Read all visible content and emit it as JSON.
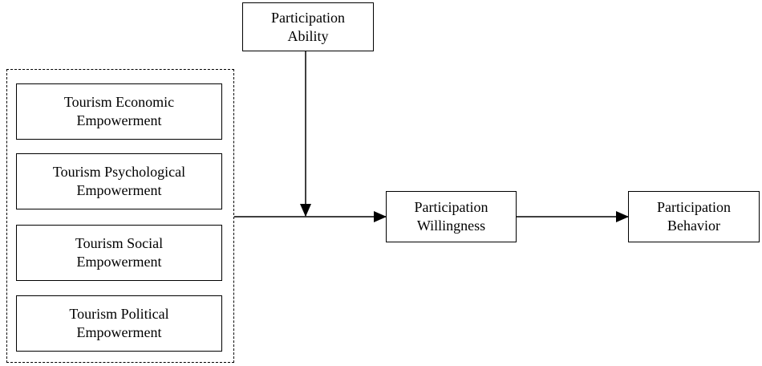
{
  "nodes": {
    "ability": {
      "line1": "Participation",
      "line2": "Ability"
    },
    "economic": {
      "line1": "Tourism Economic",
      "line2": "Empowerment"
    },
    "psychological": {
      "line1": "Tourism Psychological",
      "line2": "Empowerment"
    },
    "social": {
      "line1": "Tourism Social",
      "line2": "Empowerment"
    },
    "political": {
      "line1": "Tourism Political",
      "line2": "Empowerment"
    },
    "willingness": {
      "line1": "Participation",
      "line2": "Willingness"
    },
    "behavior": {
      "line1": "Participation",
      "line2": "Behavior"
    }
  },
  "colors": {
    "line": "#000000",
    "background": "#ffffff"
  }
}
